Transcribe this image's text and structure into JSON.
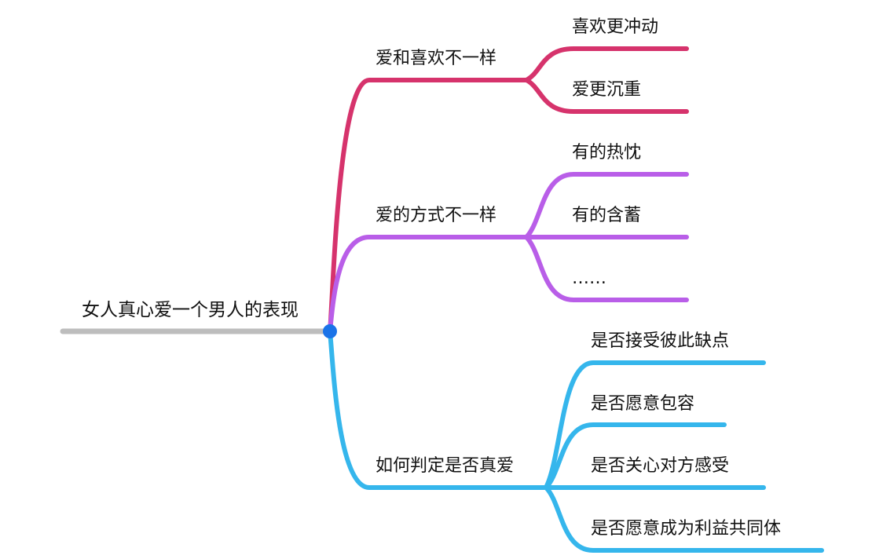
{
  "root": {
    "label": "女人真心爱一个男人的表现",
    "line_color": "#bdbdbd",
    "hub_color": "#1a73e8"
  },
  "branches": [
    {
      "label": "爱和喜欢不一样",
      "color": "#d6336c",
      "children": [
        "喜欢更冲动",
        "爱更沉重"
      ]
    },
    {
      "label": "爱的方式不一样",
      "color": "#b95ee8",
      "children": [
        "有的热忱",
        "有的含蓄",
        "……"
      ]
    },
    {
      "label": "如何判定是否真爱",
      "color": "#35b6ec",
      "children": [
        "是否接受彼此缺点",
        "是否愿意包容",
        "是否关心对方感受",
        "是否愿意成为利益共同体"
      ]
    }
  ]
}
